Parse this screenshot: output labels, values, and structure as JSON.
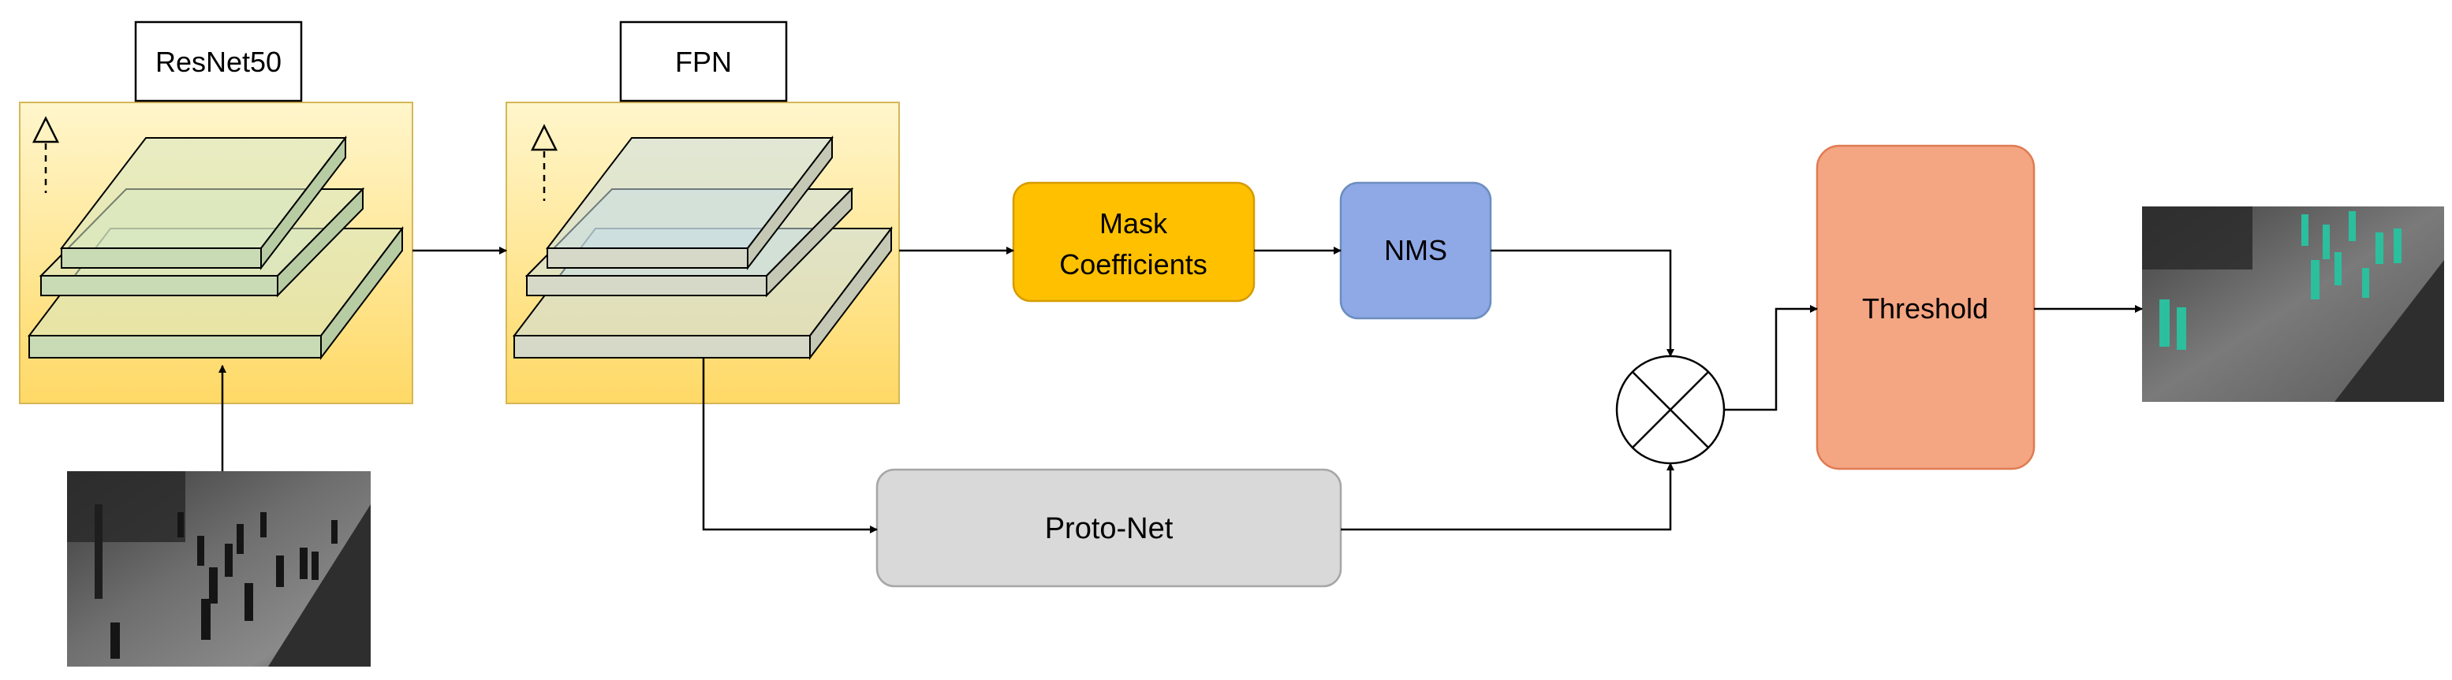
{
  "labels": {
    "resnet": "ResNet50",
    "fpn": "FPN",
    "mask_line1": "Mask",
    "mask_line2": "Coefficients",
    "nms": "NMS",
    "threshold": "Threshold",
    "protonet": "Proto-Net"
  },
  "colors": {
    "backbone_top": "#fff6cc",
    "backbone_bottom": "#ffd966",
    "backbone_border": "#d6b656",
    "mask_fill": "#ffc000",
    "mask_border": "#d79b00",
    "nms_fill": "#8fa8e6",
    "nms_border": "#6c8ebf",
    "threshold_fill": "#f4a582",
    "threshold_border": "#e07b53",
    "protonet_fill": "#d9d9d9",
    "protonet_border": "#a6a6a6",
    "layer_resnet": "#d5e8c4",
    "layer_fpn": "#c8dfe6",
    "mask_highlight": "#2bbf9e"
  },
  "icons": {
    "multiply": "circle-times-icon",
    "upward": "hollow-triangle-arrow-icon"
  }
}
